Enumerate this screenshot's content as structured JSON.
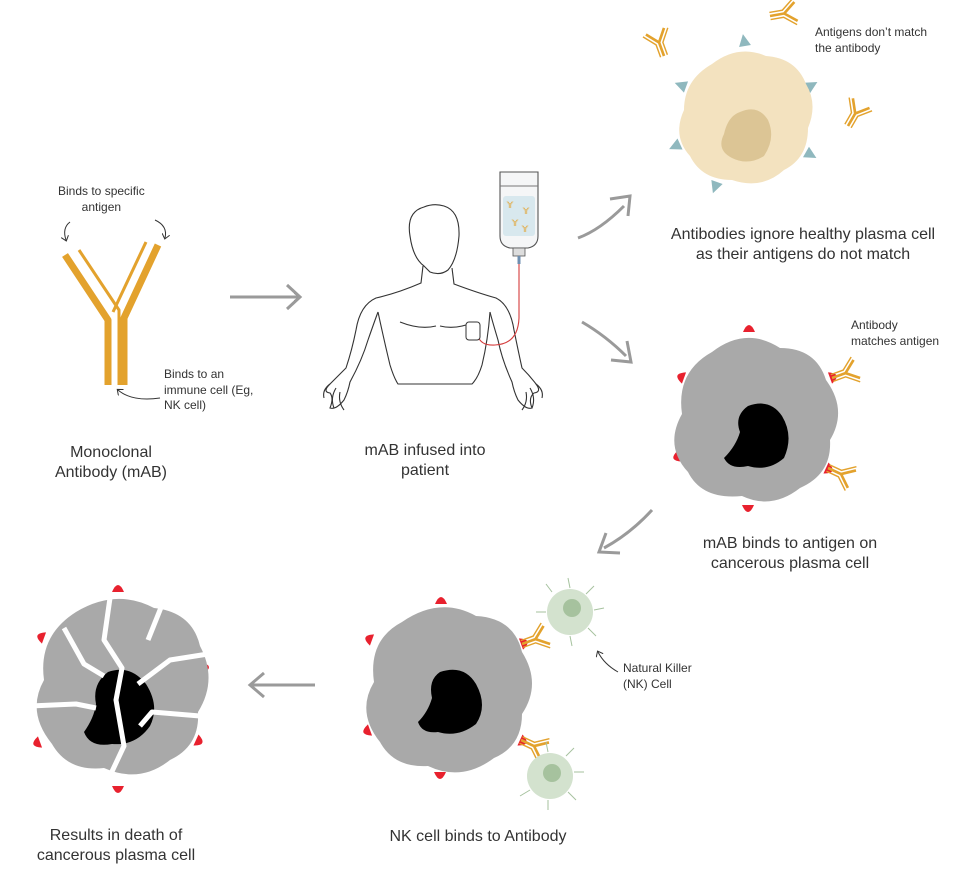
{
  "antibody": {
    "label": [
      "Monoclonal",
      "Antibody (mAB)"
    ],
    "top_note": [
      "Binds to specific",
      "antigen"
    ],
    "bottom_note": [
      "Binds to an",
      "immune cell (Eg,",
      "NK cell)"
    ]
  },
  "infusion": {
    "label": [
      "mAB infused into",
      "patient"
    ]
  },
  "healthy": {
    "note": [
      "Antigens don’t match",
      "the antibody"
    ],
    "label": [
      "Antibodies ignore healthy plasma cell",
      "as their antigens do not match"
    ]
  },
  "cancer": {
    "note": [
      "Antibody",
      "matches antigen"
    ],
    "label": [
      "mAB binds to antigen on",
      "cancerous plasma cell"
    ]
  },
  "nk": {
    "note": [
      "Natural Killer",
      "(NK) Cell"
    ],
    "label": [
      "NK cell binds to Antibody"
    ]
  },
  "death": {
    "label": [
      "Results in death of",
      "cancerous plasma cell"
    ]
  },
  "colors": {
    "antibody": "#E3A22D",
    "healthy_cell": "#F3E2BF",
    "healthy_nucleus": "#DCC595",
    "healthy_antigen": "#8FB8BE",
    "cancer_cell": "#A9A9A9",
    "cancer_antigen": "#E8212E",
    "nk_cell": "#D3E2CE",
    "nk_nucleus": "#A6C29E",
    "arrow": "#9A9A9A",
    "iv_line": "#D43B3B"
  }
}
